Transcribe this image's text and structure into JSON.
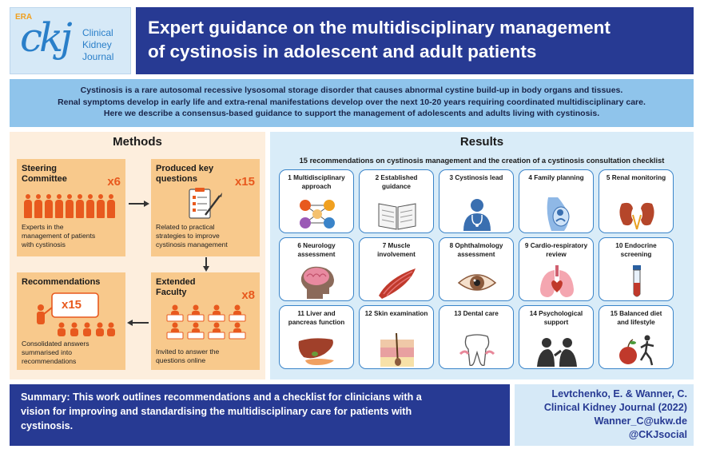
{
  "logo": {
    "era": "ERA",
    "mark": "ckj",
    "journal_line1": "Clinical",
    "journal_line2": "Kidney",
    "journal_line3": "Journal"
  },
  "title": {
    "line1": "Expert guidance on the multidisciplinary management",
    "line2": "of cystinosis in adolescent and adult patients"
  },
  "intro": {
    "line1": "Cystinosis is a rare autosomal recessive lysosomal storage disorder that causes abnormal cystine build-up in body organs and tissues.",
    "line2": "Renal symptoms develop in early life and extra-renal manifestations develop over the next 10-20 years requiring coordinated multidisciplinary care.",
    "line3": "Here we describe a consensus-based guidance to support the management of adolescents and adults living with cystinosis."
  },
  "methods": {
    "heading": "Methods",
    "steering": {
      "title_line1": "Steering",
      "title_line2": "Committee",
      "count": "x6",
      "desc_line1": "Experts in the",
      "desc_line2": "management of patients",
      "desc_line3": "with cystinosis"
    },
    "questions": {
      "title_line1": "Produced key",
      "title_line2": "questions",
      "count": "x15",
      "desc_line1": "Related to practical",
      "desc_line2": "strategies to improve",
      "desc_line3": "cystinosis management"
    },
    "faculty": {
      "title_line1": "Extended",
      "title_line2": "Faculty",
      "count": "x8",
      "desc_line1": "Invited to answer the",
      "desc_line2": "questions online"
    },
    "recommendations": {
      "title": "Recommendations",
      "board_text": "x15",
      "desc_line1": "Consolidated answers",
      "desc_line2": "summarised into",
      "desc_line3": "recommendations"
    }
  },
  "results": {
    "heading": "Results",
    "subtitle": "15 recommendations on cystinosis management and the creation of a cystinosis consultation checklist",
    "items": [
      {
        "l1": "1 Multidisciplinary",
        "l2": "approach",
        "icon": "team-network-icon"
      },
      {
        "l1": "2 Established",
        "l2": "guidance",
        "icon": "open-book-icon"
      },
      {
        "l1": "3 Cystinosis lead",
        "l2": "",
        "icon": "doctor-icon"
      },
      {
        "l1": "4 Family planning",
        "l2": "",
        "icon": "pregnancy-icon"
      },
      {
        "l1": "5 Renal monitoring",
        "l2": "",
        "icon": "kidneys-icon"
      },
      {
        "l1": "6 Neurology",
        "l2": "assessment",
        "icon": "brain-icon"
      },
      {
        "l1": "7 Muscle",
        "l2": "involvement",
        "icon": "muscle-icon"
      },
      {
        "l1": "8 Ophthalmology",
        "l2": "assessment",
        "icon": "eye-icon"
      },
      {
        "l1": "9 Cardio-respiratory",
        "l2": "review",
        "icon": "lungs-heart-icon"
      },
      {
        "l1": "10 Endocrine",
        "l2": "screening",
        "icon": "test-tube-icon"
      },
      {
        "l1": "11 Liver and",
        "l2": "pancreas function",
        "icon": "liver-icon"
      },
      {
        "l1": "12 Skin examination",
        "l2": "",
        "icon": "skin-icon"
      },
      {
        "l1": "13 Dental care",
        "l2": "",
        "icon": "tooth-icon"
      },
      {
        "l1": "14 Psychological",
        "l2": "support",
        "icon": "conversation-icon"
      },
      {
        "l1": "15 Balanced diet",
        "l2": "and lifestyle",
        "icon": "apple-runner-icon"
      }
    ]
  },
  "summary": {
    "label": "Summary:",
    "line1_rest": " This work outlines recommendations and a checklist for clinicians with a",
    "line2": "vision for improving and standardising the multidisciplinary care for patients with",
    "line3": "cystinosis."
  },
  "citation": {
    "authors": "Levtchenko, E. & Wanner, C.",
    "journal": "Clinical Kidney Journal (2022)",
    "email": "Wanner_C@ukw.de",
    "social": "@CKJsocial"
  },
  "colors": {
    "navy": "#273a93",
    "light_blue": "#8fc4eb",
    "orange": "#e8591e",
    "peach": "#f8c98c",
    "card_border": "#3a84c9"
  }
}
